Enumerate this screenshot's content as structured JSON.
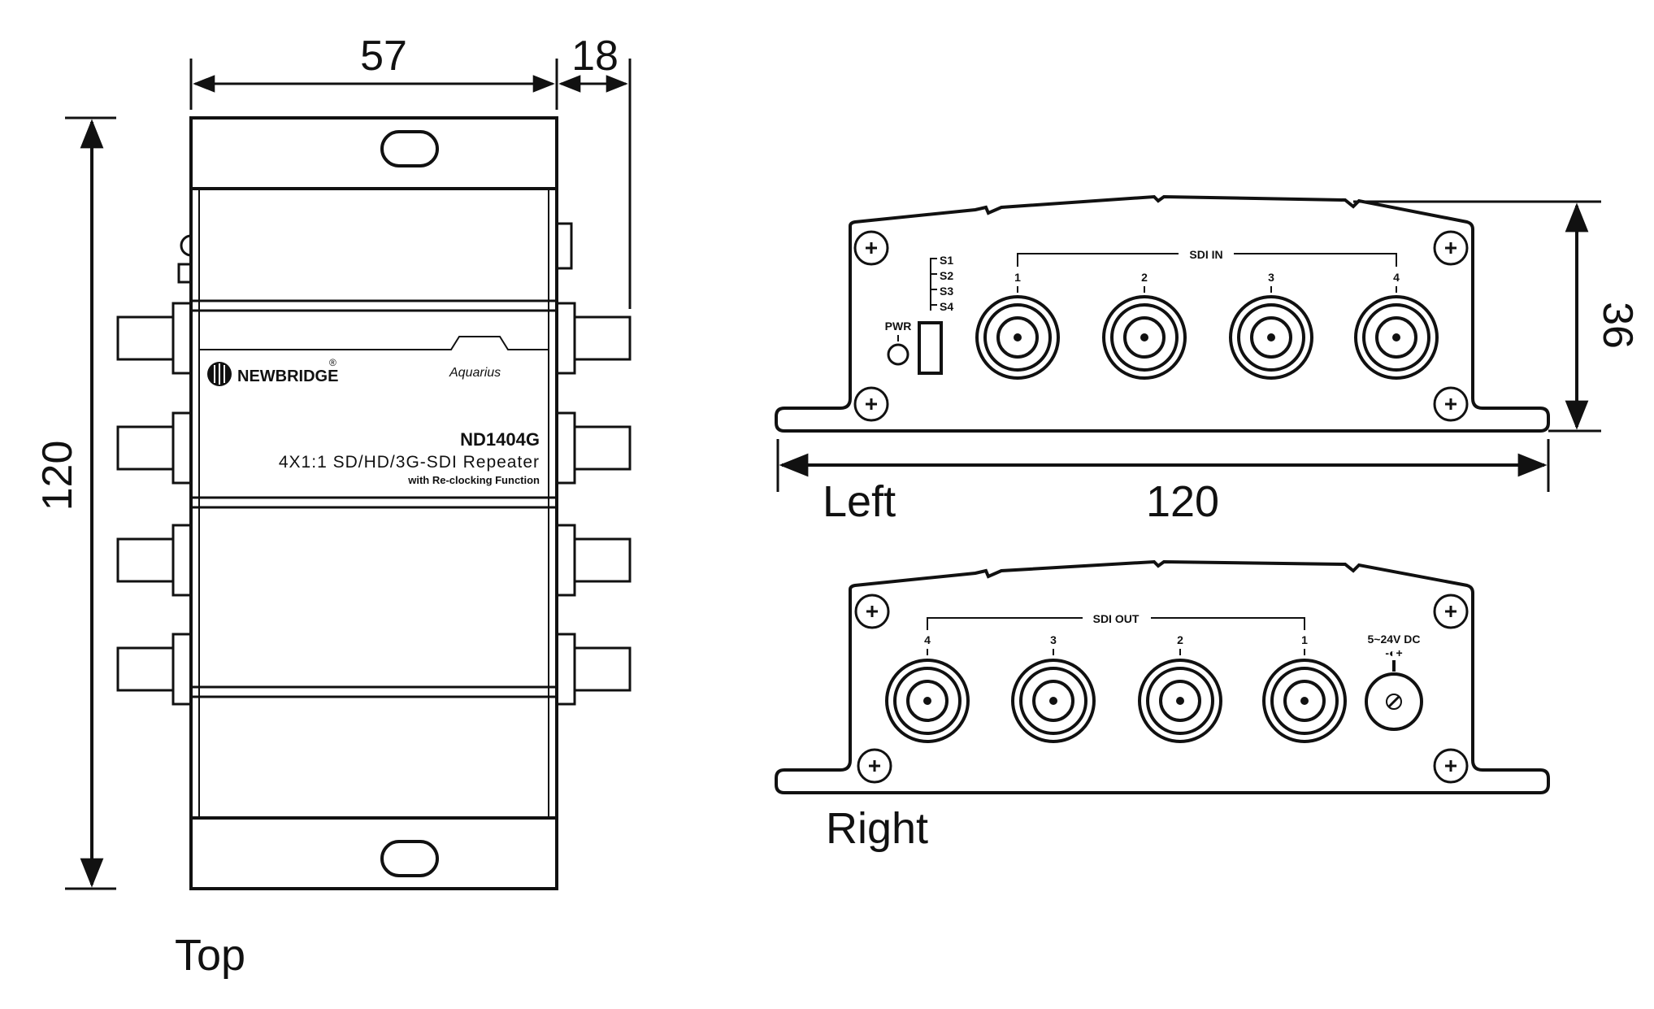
{
  "dimensions": {
    "top_width": "57",
    "top_depth": "18",
    "top_length": "120",
    "side_length": "120",
    "side_height": "36"
  },
  "view_labels": {
    "top": "Top",
    "left": "Left",
    "right": "Right"
  },
  "device": {
    "brand": "NEWBRIDGE",
    "registered_mark": "®",
    "series": "Aquarius",
    "model": "ND1404G",
    "description": "4X1:1 SD/HD/3G-SDI Repeater",
    "subdescription": "with Re-clocking Function"
  },
  "left_panel": {
    "group_label": "SDI IN",
    "port_numbers": [
      "1",
      "2",
      "3",
      "4"
    ],
    "switch_labels": [
      "S1",
      "S2",
      "S3",
      "S4"
    ],
    "power_led_label": "PWR"
  },
  "right_panel": {
    "group_label": "SDI OUT",
    "port_numbers": [
      "4",
      "3",
      "2",
      "1"
    ],
    "power_label": "5~24V DC",
    "polarity": "-◐+"
  }
}
